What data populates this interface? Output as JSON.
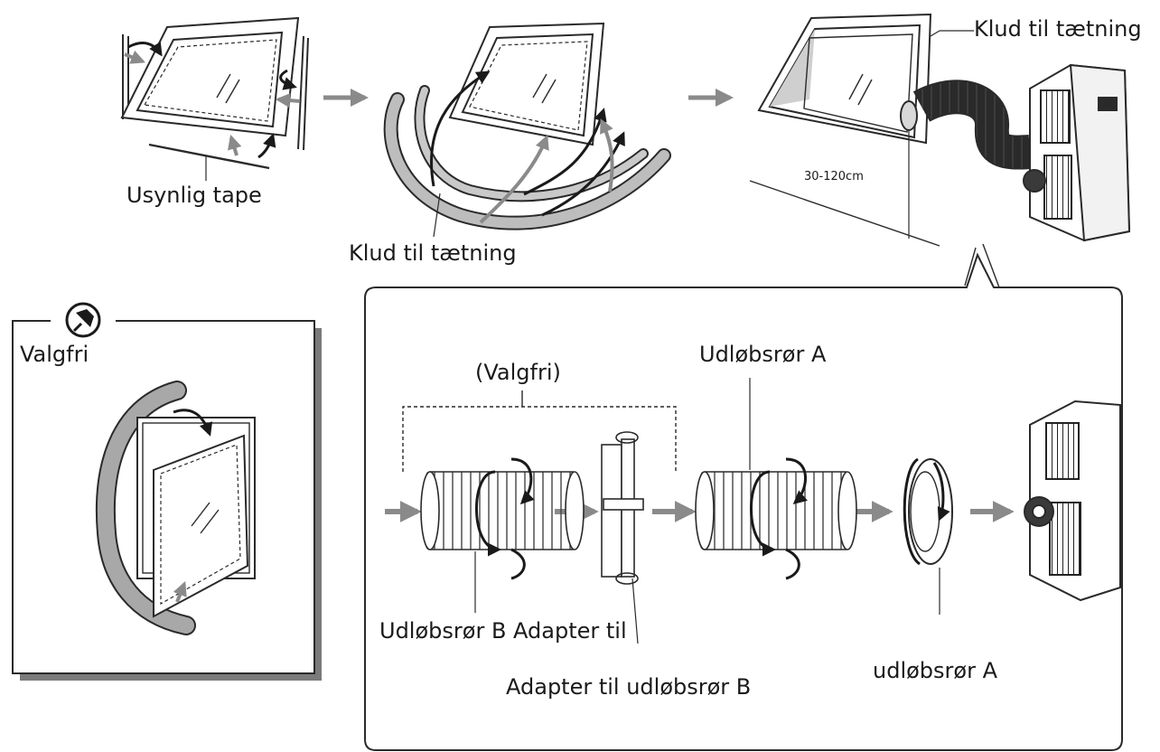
{
  "labels": {
    "usynlig_tape": "Usynlig tape",
    "klud_middle": "Klud til tætning",
    "klud_top_right": "Klud til tætning",
    "distance": "30-120cm",
    "valgfri": "Valgfri",
    "valgfri_paren": "(Valgfri)",
    "udlobsror_a_top": "Udløbsrør A",
    "udlobsror_b_adapter": "Udløbsrør B Adapter til",
    "adapter_b": "Adapter til udløbsrør B",
    "udlobsror_a_bottom": "udløbsrør A"
  },
  "icons": {
    "optional_badge": "pushpin-icon"
  },
  "colors": {
    "line": "#2a2a2a",
    "arrow_gray": "#8a8a8a",
    "seal_gray": "#b4b4b4",
    "unit_dark": "#3a3a3a"
  }
}
